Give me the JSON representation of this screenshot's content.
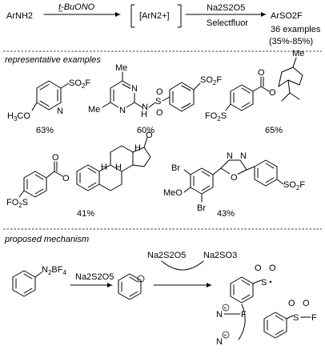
{
  "scheme": {
    "reactant": "ArNH2",
    "reagent1": "t-BuONO",
    "intermediate": "[ArN2+]",
    "reagent2_top": "Na2S2O5",
    "reagent2_bottom": "Selectfluor",
    "product": "ArSO2F",
    "examples": "36 examples",
    "yield_range": "(35%-85%)"
  },
  "sections": {
    "examples_title": "representative examples",
    "mechanism_title": "proposed mechanism"
  },
  "examples": [
    {
      "yield": "63%"
    },
    {
      "yield": "60%"
    },
    {
      "yield": "65%"
    },
    {
      "yield": "41%"
    },
    {
      "yield": "43%"
    }
  ],
  "mechanism": {
    "reagent": "Na2S2O5",
    "in": "Na2S2O5",
    "out": "Na2SO3"
  }
}
